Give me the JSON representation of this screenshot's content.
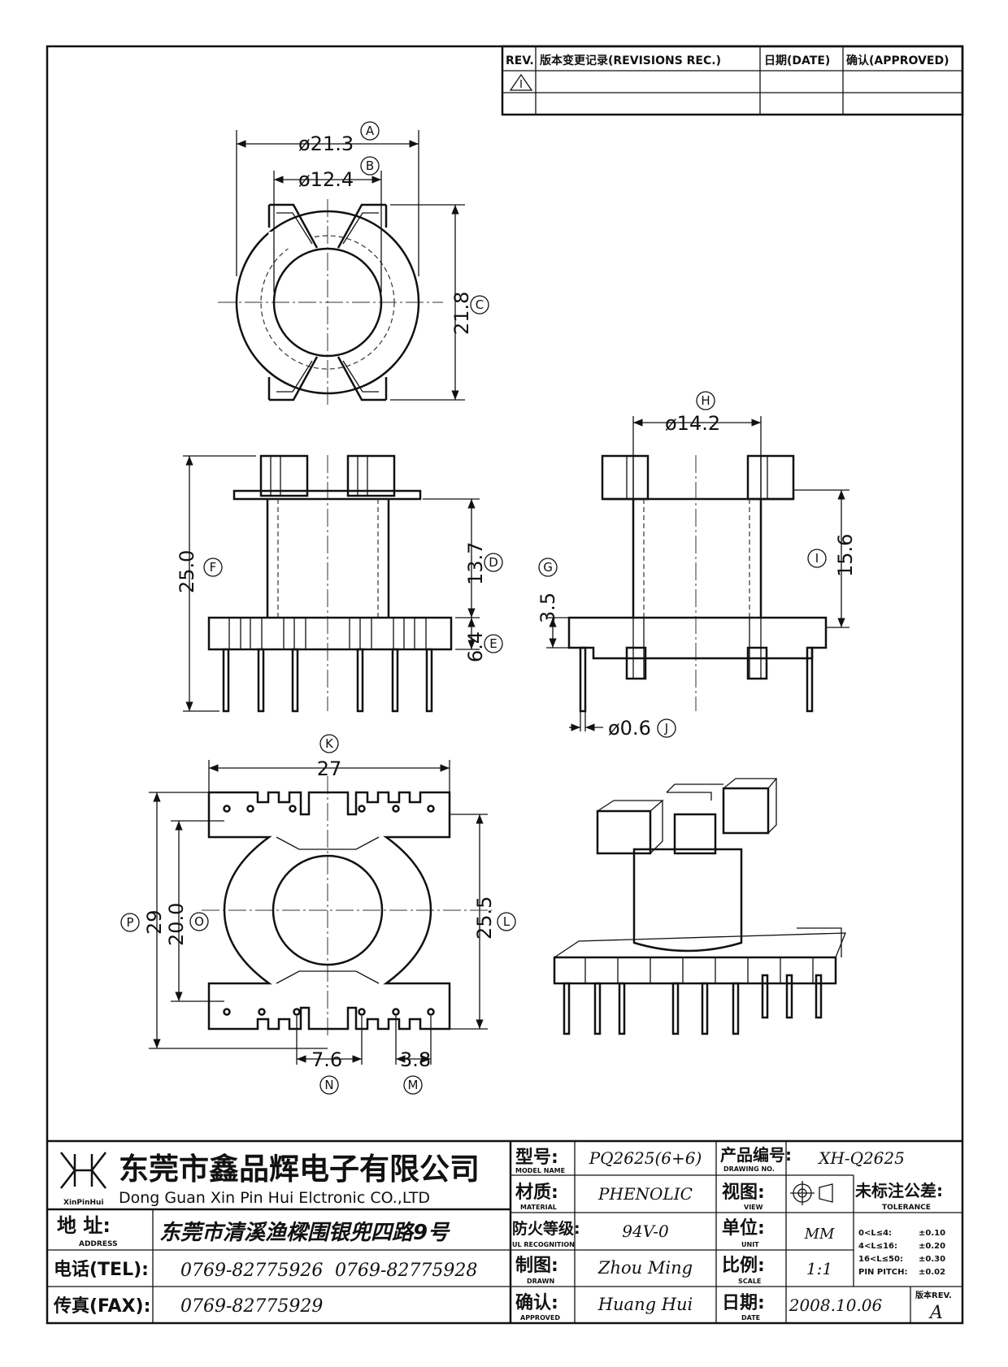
{
  "revision_table": {
    "rev_header": "REV.",
    "records_header": "版本变更记录(REVISIONS REC.)",
    "date_header": "日期(DATE)",
    "approved_header": "确认(APPROVED)"
  },
  "dimensions": {
    "A": {
      "letter": "A",
      "value": "ø21.3"
    },
    "B": {
      "letter": "B",
      "value": "ø12.4"
    },
    "C": {
      "letter": "C",
      "value": "21.8"
    },
    "D": {
      "letter": "D",
      "value": "13.7"
    },
    "E": {
      "letter": "E",
      "value": "6.4"
    },
    "F": {
      "letter": "F",
      "value": "25.0"
    },
    "G": {
      "letter": "G",
      "value": "3.5"
    },
    "H": {
      "letter": "H",
      "value": "ø14.2"
    },
    "I": {
      "letter": "I",
      "value": "15.6"
    },
    "J": {
      "letter": "J",
      "value": "ø0.6"
    },
    "K": {
      "letter": "K",
      "value": "27"
    },
    "L": {
      "letter": "L",
      "value": "25.5"
    },
    "M": {
      "letter": "M",
      "value": "3.8"
    },
    "N": {
      "letter": "N",
      "value": "7.6"
    },
    "O": {
      "letter": "O",
      "value": "20.0"
    },
    "P": {
      "letter": "P",
      "value": "29"
    }
  },
  "title_block": {
    "company_cn": "东莞市鑫品辉电子有限公司",
    "company_en": "Dong Guan Xin Pin Hui Elctronic CO.,LTD",
    "logo_text": "XinPinHui",
    "address_label": "地 址:",
    "address_label_en": "ADDRESS",
    "address_value": "东莞市清溪渔樑围银兜四路9号",
    "tel_label": "电话(TEL):",
    "tel_values": [
      "0769-82775926",
      "0769-82775928"
    ],
    "fax_label": "传真(FAX):",
    "fax_value": "0769-82775929",
    "model_label": "型号:",
    "model_label_en": "MODEL NAME",
    "model_value": "PQ2625(6+6)",
    "material_label": "材质:",
    "material_label_en": "MATERIAL",
    "material_value": "PHENOLIC",
    "flame_label": "防火等级:",
    "flame_label_en": "UL RECOGNITION",
    "flame_value": "94V-0",
    "drawn_label": "制图:",
    "drawn_label_en": "DRAWN",
    "drawn_value": "Zhou Ming",
    "approved_label": "确认:",
    "approved_label_en": "APPROVED",
    "approved_value": "Huang Hui",
    "drawing_no_label": "产品编号:",
    "drawing_no_label_en": "DRAWING NO.",
    "drawing_no_value": "XH-Q2625",
    "view_label": "视图:",
    "view_label_en": "VIEW",
    "unit_label": "单位:",
    "unit_label_en": "UNIT",
    "unit_value": "MM",
    "scale_label": "比例:",
    "scale_label_en": "SCALE",
    "scale_value": "1:1",
    "date_label": "日期:",
    "date_label_en": "DATE",
    "date_value": "2008.10.06",
    "tolerance_title": "未标注公差:",
    "tolerance_title_en": "TOLERANCE",
    "tolerances": [
      {
        "range": "0<L≤4:",
        "value": "±0.10"
      },
      {
        "range": "4<L≤16:",
        "value": "±0.20"
      },
      {
        "range": "16<L≤50:",
        "value": "±0.30"
      },
      {
        "range": "PIN PITCH:",
        "value": "±0.02"
      }
    ],
    "version_label": "版本REV.",
    "version_value": "A"
  }
}
